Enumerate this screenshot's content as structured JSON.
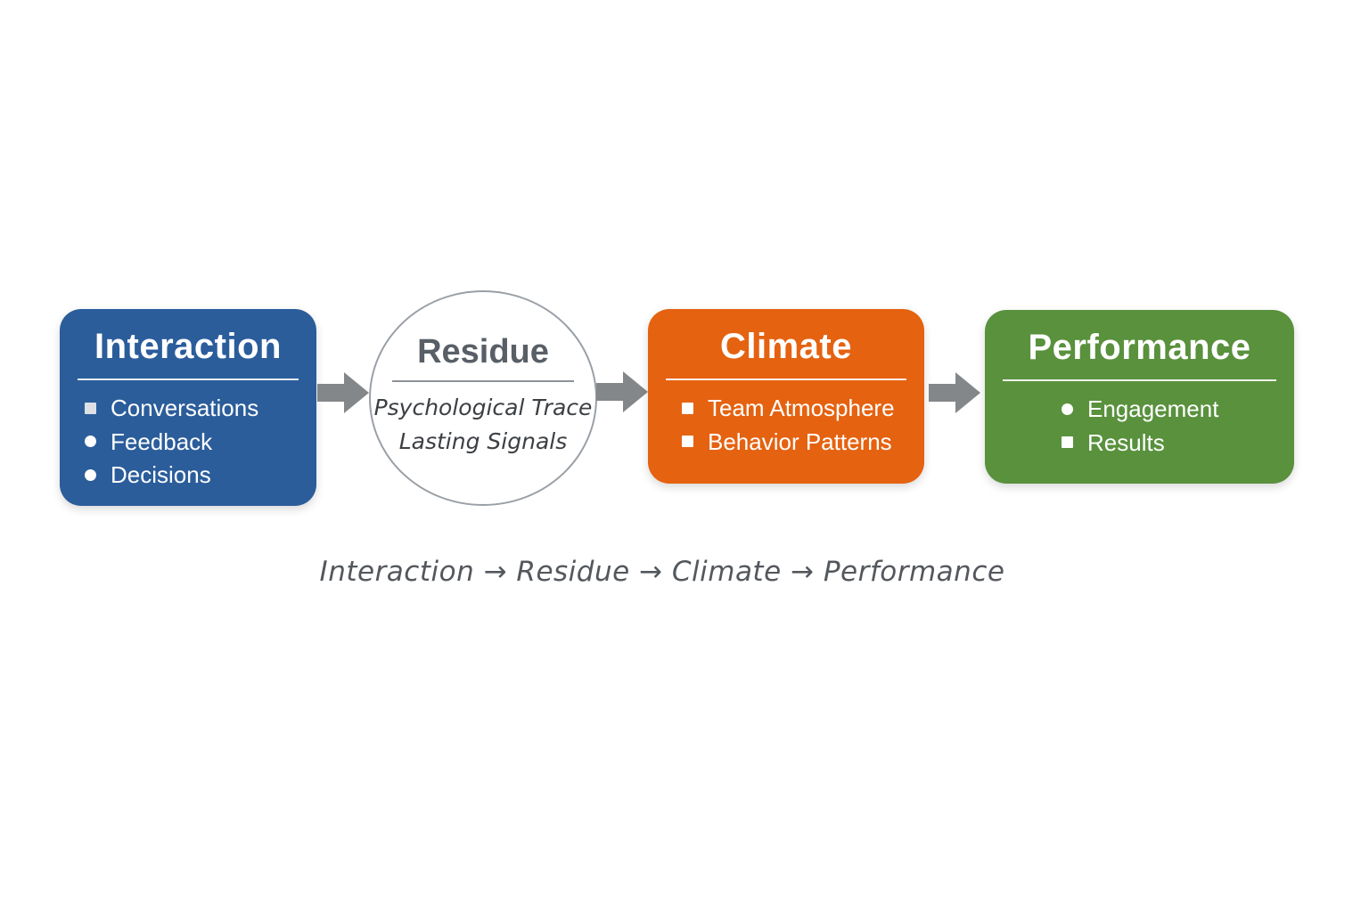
{
  "diagram": {
    "caption": "Interaction → Residue → Climate → Performance",
    "colors": {
      "interaction_blue": "#2b5d9b",
      "climate_orange": "#e56210",
      "performance_green": "#59913d",
      "arrow_gray": "#84878a",
      "circle_border_gray": "#9aa0a6",
      "circle_text_gray": "#595f66",
      "caption_gray": "#54585d"
    },
    "nodes": {
      "interaction": {
        "title": "Interaction",
        "shape": "rounded-rect",
        "color": "#2b5d9b",
        "items": [
          {
            "text": "Conversations",
            "bullet": "square"
          },
          {
            "text": "Feedback",
            "bullet": "circle"
          },
          {
            "text": "Decisions",
            "bullet": "circle"
          }
        ]
      },
      "residue": {
        "title": "Residue",
        "shape": "circle",
        "lines": [
          "Psychological Trace",
          "Lasting Signals"
        ]
      },
      "climate": {
        "title": "Climate",
        "shape": "rounded-rect",
        "color": "#e56210",
        "items": [
          {
            "text": "Team Atmosphere",
            "bullet": "square"
          },
          {
            "text": "Behavior Patterns",
            "bullet": "square"
          }
        ]
      },
      "performance": {
        "title": "Performance",
        "shape": "rounded-rect",
        "color": "#59913d",
        "items": [
          {
            "text": "Engagement",
            "bullet": "circle"
          },
          {
            "text": "Results",
            "bullet": "square"
          }
        ]
      }
    }
  }
}
